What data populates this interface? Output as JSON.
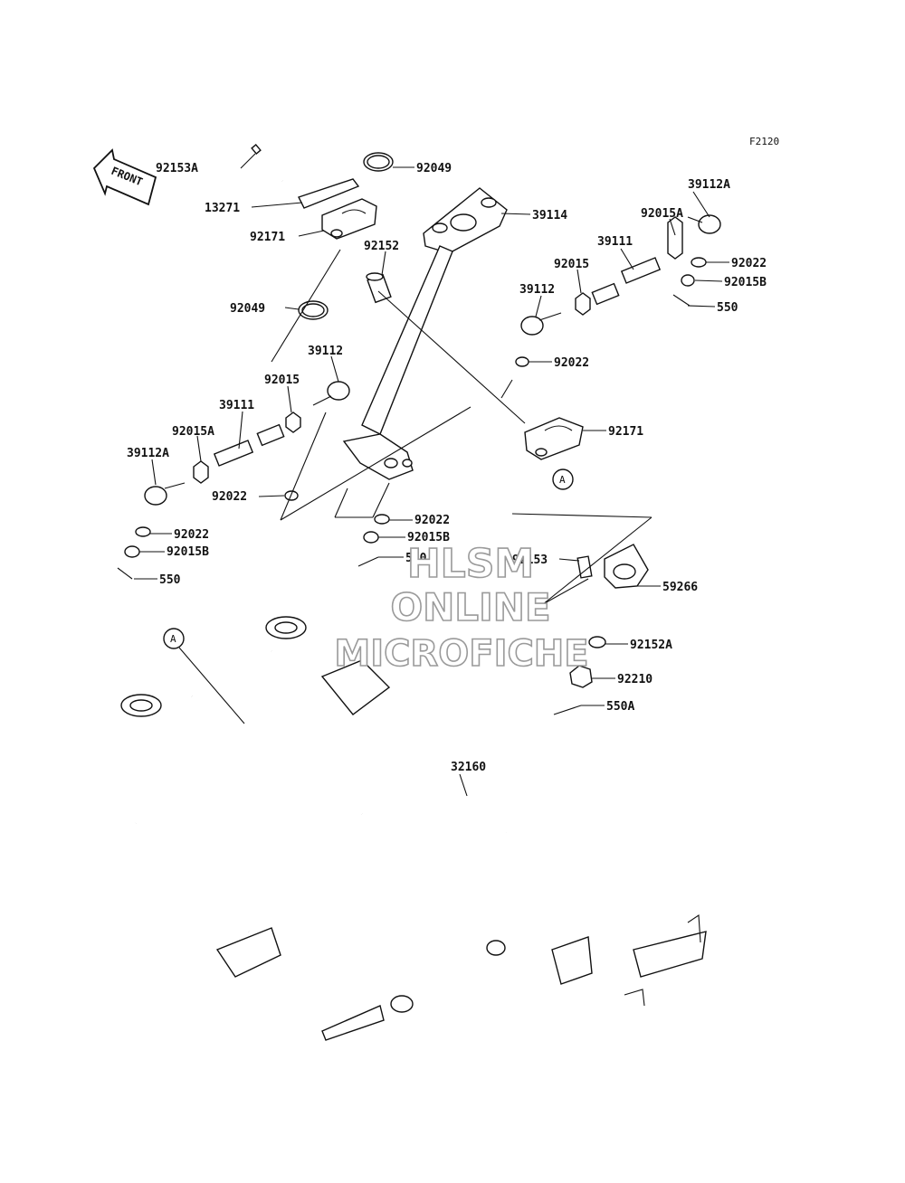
{
  "diagram_code": "F2120",
  "front_label": "FRONT",
  "ref_marker": "A",
  "watermark": [
    "HLSM",
    "ONLINE",
    "MICROFICHE"
  ],
  "parts": {
    "p92153A": "92153A",
    "p13271": "13271",
    "p92171_top": "92171",
    "p92049_top": "92049",
    "p92049_left": "92049",
    "p92152": "92152",
    "p39114": "39114",
    "p39112A_right": "39112A",
    "p92015A_right": "92015A",
    "p39111_right": "39111",
    "p92015_right": "92015",
    "p39112_right": "39112",
    "p92022_right1": "92022",
    "p92015B_right": "92015B",
    "p550_right": "550",
    "p92022_right2": "92022",
    "p92171_mid": "92171",
    "p39112_left": "39112",
    "p92015_left": "92015",
    "p39111_left": "39111",
    "p92015A_left": "92015A",
    "p39112A_left": "39112A",
    "p92022_left1": "92022",
    "p92022_left2": "92022",
    "p92015B_left": "92015B",
    "p550_left": "550",
    "p92022_center": "92022",
    "p92015B_center": "92015B",
    "p550_center": "550",
    "p92153": "92153",
    "p59266": "59266",
    "p92152A": "92152A",
    "p92210": "92210",
    "p550A": "550A",
    "p32160": "32160"
  }
}
